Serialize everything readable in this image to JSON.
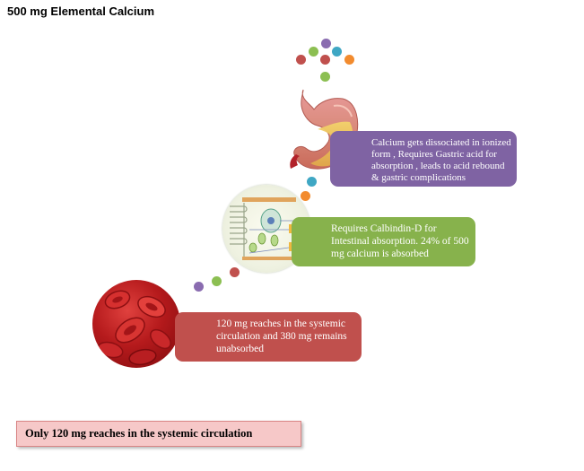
{
  "title": "500 mg Elemental Calcium",
  "steps": [
    {
      "id": "stomach",
      "text": "Calcium gets dissociated in ionized form , Requires Gastric acid  for absorption  , leads to acid rebound & gastric complications",
      "color": "#7f63a3"
    },
    {
      "id": "intestine",
      "text": "Requires Calbindin-D  for Intestinal absorption. 24%  of 500 mg calcium is absorbed",
      "color": "#87b24c"
    },
    {
      "id": "blood",
      "text": "120 mg reaches in the systemic circulation and 380 mg remains unabsorbed",
      "color": "#c0504d"
    }
  ],
  "summary": "Only 120 mg reaches in the systemic circulation",
  "colors": {
    "purple": "#8a6cb0",
    "green": "#8cbf52",
    "red": "#c0504d",
    "teal": "#3fa7c4",
    "orange": "#f28b2e"
  },
  "icons": [
    "stomach-illustration",
    "intestinal-cell-illustration",
    "red-blood-cells-illustration"
  ]
}
